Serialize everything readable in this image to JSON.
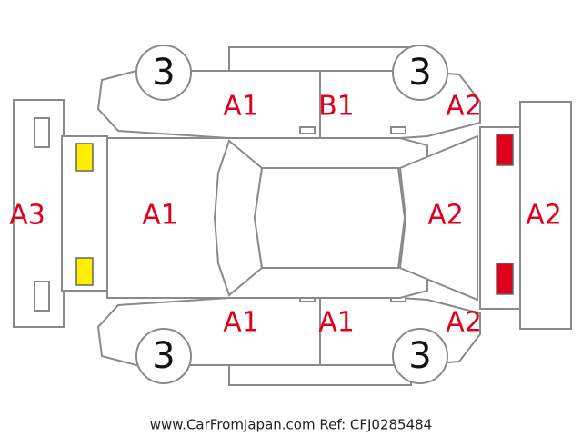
{
  "labels": {
    "front_bumper": "A3",
    "hood": "A1",
    "front_right_door": "A1",
    "rear_right_door": "B1",
    "rear_right_fender": "A2",
    "rear_glass_panel": "A2",
    "rear_bumper": "A2",
    "front_left_door": "A1",
    "rear_left_door": "A1",
    "rear_left_fender": "A2"
  },
  "wheels": {
    "front_right": "3",
    "rear_right": "3",
    "front_left": "3",
    "rear_left": "3"
  },
  "lights": {
    "front_color": "#ffee00",
    "rear_color": "#e0001b"
  },
  "footer": "www.CarFromJapan.com Ref: CFJ0285484"
}
